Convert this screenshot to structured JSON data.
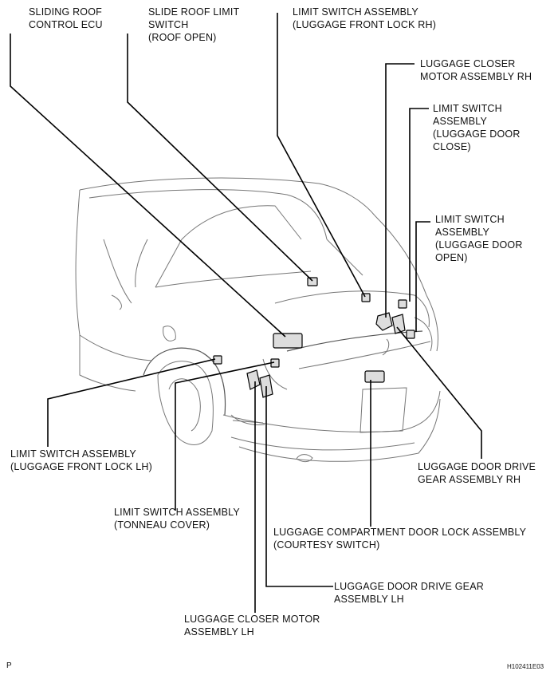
{
  "labels": {
    "sliding_roof_ecu": [
      "SLIDING ROOF",
      "CONTROL ECU"
    ],
    "slide_roof_limit_switch": [
      "SLIDE ROOF LIMIT",
      "SWITCH",
      "(ROOF OPEN)"
    ],
    "limit_switch_front_lock_rh": [
      "LIMIT SWITCH ASSEMBLY",
      "(LUGGAGE FRONT LOCK RH)"
    ],
    "closer_motor_rh": [
      "LUGGAGE CLOSER",
      "MOTOR ASSEMBLY RH"
    ],
    "limit_switch_door_close": [
      "LIMIT SWITCH",
      "ASSEMBLY",
      "(LUGGAGE DOOR",
      "CLOSE)"
    ],
    "limit_switch_door_open": [
      "LIMIT SWITCH",
      "ASSEMBLY",
      "(LUGGAGE DOOR",
      "OPEN)"
    ],
    "limit_switch_front_lock_lh": [
      "LIMIT SWITCH ASSEMBLY",
      "(LUGGAGE FRONT LOCK LH)"
    ],
    "door_drive_gear_rh": [
      "LUGGAGE DOOR DRIVE",
      "GEAR ASSEMBLY RH"
    ],
    "limit_switch_tonneau": [
      "LIMIT SWITCH ASSEMBLY",
      "(TONNEAU COVER)"
    ],
    "compartment_door_lock": [
      "LUGGAGE COMPARTMENT DOOR LOCK ASSEMBLY",
      "(COURTESY SWITCH)"
    ],
    "door_drive_gear_lh": [
      "LUGGAGE DOOR DRIVE GEAR",
      "ASSEMBLY LH"
    ],
    "closer_motor_lh": [
      "LUGGAGE CLOSER MOTOR",
      "ASSEMBLY LH"
    ]
  },
  "footer": {
    "left_mark": "P",
    "figure_code": "H102411E03"
  }
}
